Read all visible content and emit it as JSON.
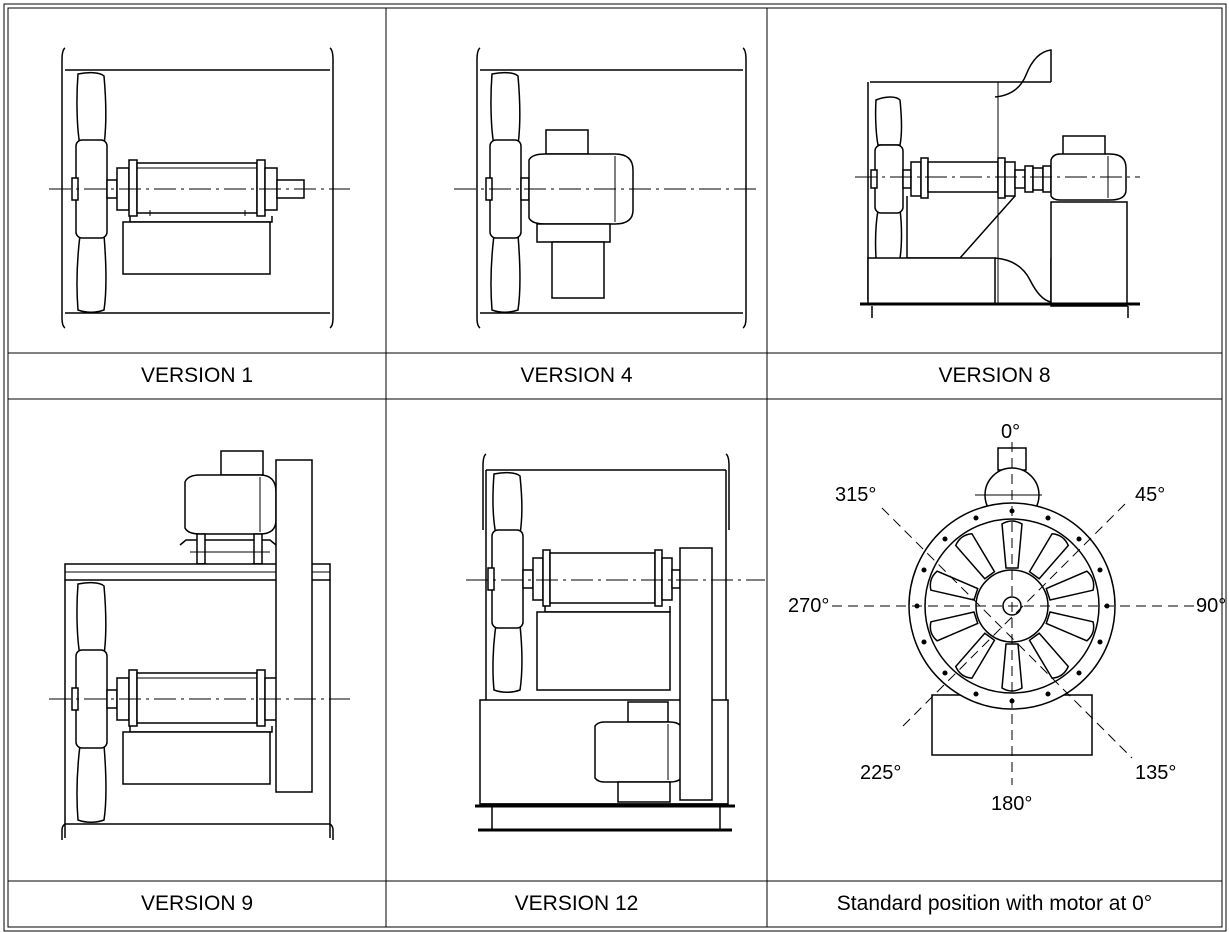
{
  "captions": {
    "version_1": "VERSION 1",
    "version_4": "VERSION 4",
    "version_8": "VERSION 8",
    "version_9": "VERSION 9",
    "version_12": "VERSION 12",
    "standard_position": "Standard position with motor at 0°"
  },
  "angles": {
    "a0": "0°",
    "a45": "45°",
    "a90": "90°",
    "a135": "135°",
    "a180": "180°",
    "a225": "225°",
    "a270": "270°",
    "a315": "315°"
  }
}
